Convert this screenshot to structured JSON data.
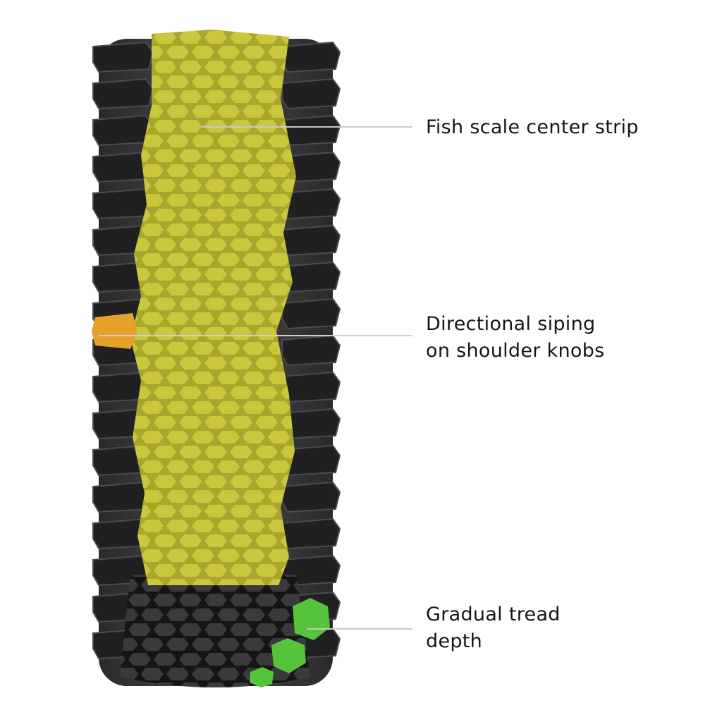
{
  "colors": {
    "tire": "#3b3b3d",
    "tire_dark": "#1f1f21",
    "center_strip": "#c9c73c",
    "center_strip_dark": "#a9a62c",
    "shoulder_highlight": "#e5a12a",
    "depth_highlight": "#55c43a",
    "callout_line": "#c8c8c8",
    "text": "#151515"
  },
  "callouts": [
    {
      "label": "Fish scale center strip"
    },
    {
      "label": "Directional siping on shoulder knobs"
    },
    {
      "label": "Gradual tread depth"
    }
  ],
  "callout_lines": {
    "c1": [
      "Directional siping",
      "on shoulder knobs"
    ],
    "c2": [
      "Gradual tread",
      "depth"
    ]
  }
}
